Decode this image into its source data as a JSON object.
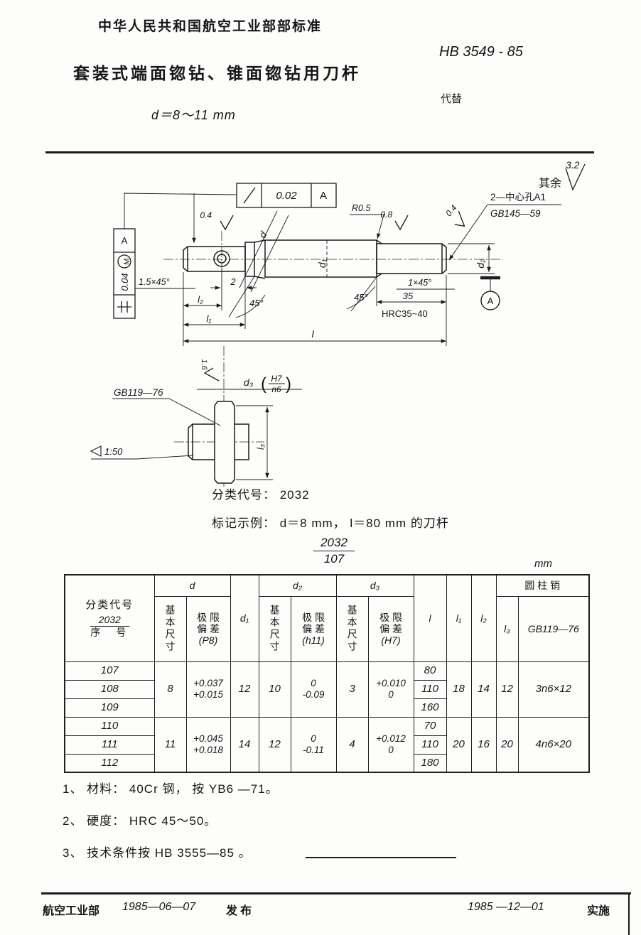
{
  "header": {
    "org": "中华人民共和国航空工业部部标准",
    "title": "套装式端面锪钻、锥面锪钻用刀杆",
    "subtitle": "d＝8～11 mm",
    "std_no": "HB 3549 - 85",
    "replaces": "代替"
  },
  "drawing": {
    "fcf_top_value": "0.02",
    "fcf_top_datum": "A",
    "fcf_left_datum": "A",
    "fcf_left_value": "0.04",
    "fcf_left_modifier": "M",
    "roughness_hole": "0.4",
    "chamfer_left": "1.5×45°",
    "dim_2": "2",
    "dim_l2": "l₂",
    "dim_l1": "l₁",
    "angle_left": "45°",
    "angle_right": "45°",
    "dim_l": "l",
    "label_d": "d",
    "label_d1": "d₁",
    "label_d2": "d₂",
    "r_fillet": "R0.5",
    "roughness_body": "0.8",
    "roughness_end": "0.4",
    "chamfer_right": "1×45°",
    "dim_35": "35",
    "hardness_local": "HRC35~40",
    "center_hole_line1": "2—中心孔A1",
    "center_hole_line2": "GB145—59",
    "rest_label": "其余",
    "rest_value": "3.2",
    "datum_circle": "A",
    "detail": {
      "pin_std": "GB119—76",
      "d3_label": "d₃",
      "paren_open": "(",
      "paren_close": ")",
      "fit_top": "H7",
      "fit_bottom": "n6",
      "roughness": "1.6",
      "dim_l3": "l₃",
      "taper": "1:50"
    }
  },
  "classification": {
    "line1": "分类代号： 2032",
    "line2": "标记示例： d＝8 mm， l＝80 mm 的刀杆",
    "fraction_top": "2032",
    "fraction_bottom": "107"
  },
  "table": {
    "unit": "mm",
    "header": {
      "col1_title": "分类代号",
      "col1_frac_top": "2032",
      "col1_frac_bottom": "序　号",
      "d": "d",
      "d1": "d₁",
      "d2": "d₂",
      "d3": "d₃",
      "basic": "基本尺寸",
      "dev_line1": "极 限",
      "dev_line2": "偏 差",
      "dev_code_d": "(P8)",
      "dev_code_d2": "(h11)",
      "dev_code_d3": "(H7)",
      "l": "l",
      "l1": "l₁",
      "l2": "l₂",
      "l3": "l₃",
      "pin_group": "圆 柱 销",
      "pin_std": "GB119—76"
    },
    "groups": [
      {
        "rows": [
          "107",
          "108",
          "109"
        ],
        "d_basic": "8",
        "d_dev_upper": "+0.037",
        "d_dev_lower": "+0.015",
        "d1": "12",
        "d2_basic": "10",
        "d2_dev_upper": "0",
        "d2_dev_lower": "-0.09",
        "d3_basic": "3",
        "d3_dev_upper": "+0.010",
        "d3_dev_lower": "0",
        "l": [
          "80",
          "110",
          "160"
        ],
        "l1": "18",
        "l2": "14",
        "l3": "12",
        "pin": "3n6×12"
      },
      {
        "rows": [
          "110",
          "111",
          "112"
        ],
        "d_basic": "11",
        "d_dev_upper": "+0.045",
        "d_dev_lower": "+0.018",
        "d1": "14",
        "d2_basic": "12",
        "d2_dev_upper": "0",
        "d2_dev_lower": "-0.11",
        "d3_basic": "4",
        "d3_dev_upper": "+0.012",
        "d3_dev_lower": "0",
        "l": [
          "70",
          "110",
          "180"
        ],
        "l1": "20",
        "l2": "16",
        "l3": "20",
        "pin": "4n6×20"
      }
    ]
  },
  "notes": [
    "1、 材料： 40Cr 钢， 按 YB6 —71。",
    "2、 硬度： HRC 45～50。",
    "3、 技术条件按 HB 3555—85 。"
  ],
  "footer": {
    "left_org": "航空工业部",
    "left_date": "1985—06—07",
    "left_label": "发布",
    "right_date": "1985 —12—01",
    "right_label": "实施"
  }
}
